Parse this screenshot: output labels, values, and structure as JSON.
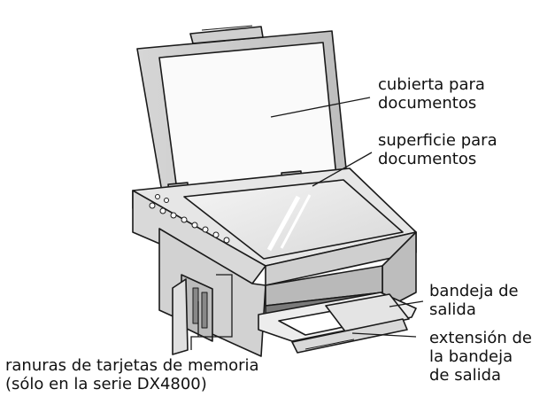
{
  "labels": {
    "document_cover": {
      "line1": "cubierta para",
      "line2": "documentos"
    },
    "document_surface": {
      "line1": "superficie para",
      "line2": "documentos"
    },
    "output_tray": {
      "line1": "bandeja de",
      "line2": "salida"
    },
    "output_tray_extension": {
      "line1": "extensión de",
      "line2": "la bandeja",
      "line3": "de salida"
    },
    "memory_card_slots": {
      "line1": "ranuras de tarjetas de memoria",
      "line2": "(sólo en la serie DX4800)"
    }
  },
  "colors": {
    "outline": "#1a1a1a",
    "shade": "#cfcfcf",
    "light_shade": "#e9e9e9",
    "dark_shade": "#9a9a9a"
  }
}
